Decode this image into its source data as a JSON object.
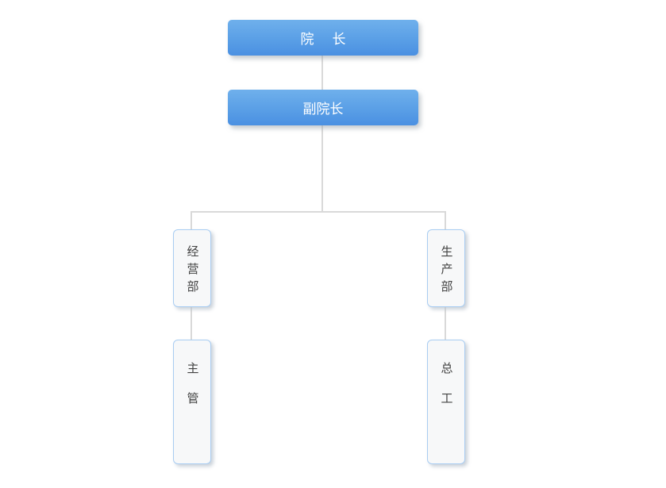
{
  "org_chart": {
    "type": "organization-chart",
    "nodes": {
      "president": {
        "label": "院　长",
        "level": 1
      },
      "vice_president": {
        "label": "副院长",
        "level": 2,
        "parent": "president"
      },
      "dept_business": {
        "label": "经营部",
        "level": 3,
        "parent": "vice_president"
      },
      "dept_production": {
        "label": "生产部",
        "level": 3,
        "parent": "vice_president"
      },
      "supervisor": {
        "label": "主管",
        "level": 4,
        "parent": "dept_business"
      },
      "chief_engineer": {
        "label": "总工",
        "level": 4,
        "parent": "dept_production"
      }
    }
  },
  "colors": {
    "background": "#ffffff",
    "node_gradient_top": "#6fb0ec",
    "node_gradient_bottom": "#4a90e2",
    "node_text": "#ffffff",
    "leaf_background": "#f7f8f9",
    "leaf_border": "#a9cdf2",
    "leaf_text": "#434343",
    "connector": "#d9d9d9"
  }
}
